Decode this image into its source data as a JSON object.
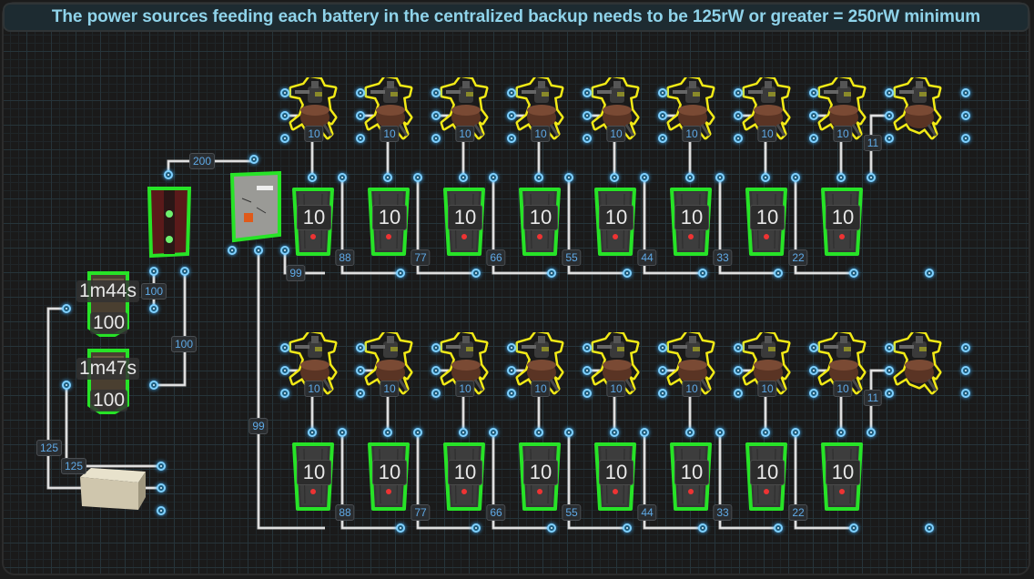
{
  "banner": {
    "text": "The power sources feeding each battery in the centralized backup needs to be 125rW or greater = 250rW minimum"
  },
  "colors": {
    "accent": "#8fd3ea",
    "wire": "#e6e6e6",
    "node": "#7fd0ff",
    "battery_outline": "#27e327",
    "turret_outline": "#f2ea16",
    "label_text": "#5fa9e6"
  },
  "generator": {
    "outputs": [
      "125",
      "125"
    ]
  },
  "storage_batteries": [
    {
      "timer": "1m44s",
      "capacity": "100",
      "output_label": "100"
    },
    {
      "timer": "1m47s",
      "capacity": "100",
      "output_label": "100"
    }
  ],
  "root_combiner": {
    "output_label": "200"
  },
  "splitter": {
    "outputs": [
      "99",
      "99"
    ]
  },
  "rows": [
    {
      "turret_labels": [
        "10",
        "10",
        "10",
        "10",
        "10",
        "10",
        "10",
        "10",
        "11"
      ],
      "battery_values": [
        "10",
        "10",
        "10",
        "10",
        "10",
        "10",
        "10",
        "10"
      ],
      "chain_labels": [
        "88",
        "77",
        "66",
        "55",
        "44",
        "33",
        "22"
      ],
      "feed_label": "99"
    },
    {
      "turret_labels": [
        "10",
        "10",
        "10",
        "10",
        "10",
        "10",
        "10",
        "10",
        "11"
      ],
      "battery_values": [
        "10",
        "10",
        "10",
        "10",
        "10",
        "10",
        "10",
        "10"
      ],
      "chain_labels": [
        "88",
        "77",
        "66",
        "55",
        "44",
        "33",
        "22"
      ],
      "feed_label": "99"
    }
  ]
}
